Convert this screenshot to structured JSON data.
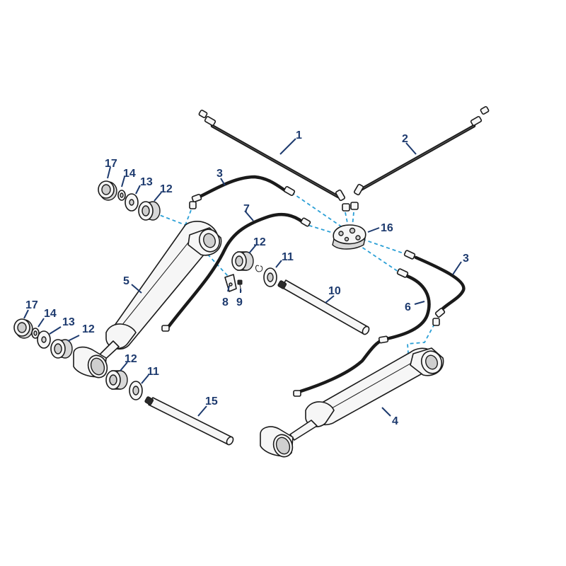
{
  "diagram": {
    "callouts": [
      {
        "key": "c1",
        "text": "1"
      },
      {
        "key": "c2",
        "text": "2"
      },
      {
        "key": "c3a",
        "text": "3"
      },
      {
        "key": "c3b",
        "text": "3"
      },
      {
        "key": "c4",
        "text": "4"
      },
      {
        "key": "c5",
        "text": "5"
      },
      {
        "key": "c6",
        "text": "6"
      },
      {
        "key": "c7",
        "text": "7"
      },
      {
        "key": "c8",
        "text": "8"
      },
      {
        "key": "c9",
        "text": "9"
      },
      {
        "key": "c10",
        "text": "10"
      },
      {
        "key": "c11a",
        "text": "11"
      },
      {
        "key": "c11b",
        "text": "11"
      },
      {
        "key": "c12a",
        "text": "12"
      },
      {
        "key": "c12b",
        "text": "12"
      },
      {
        "key": "c12c",
        "text": "12"
      },
      {
        "key": "c12d",
        "text": "12"
      },
      {
        "key": "c13a",
        "text": "13"
      },
      {
        "key": "c13b",
        "text": "13"
      },
      {
        "key": "c14a",
        "text": "14"
      },
      {
        "key": "c14b",
        "text": "14"
      },
      {
        "key": "c15",
        "text": "15"
      },
      {
        "key": "c16",
        "text": "16"
      },
      {
        "key": "c17a",
        "text": "17"
      },
      {
        "key": "c17b",
        "text": "17"
      }
    ],
    "colors": {
      "callout_text": "#1d3a6e",
      "dashed_connection": "#2a9fd6",
      "hose": "#1a1a1a",
      "part_fill": "#f6f6f6"
    }
  }
}
